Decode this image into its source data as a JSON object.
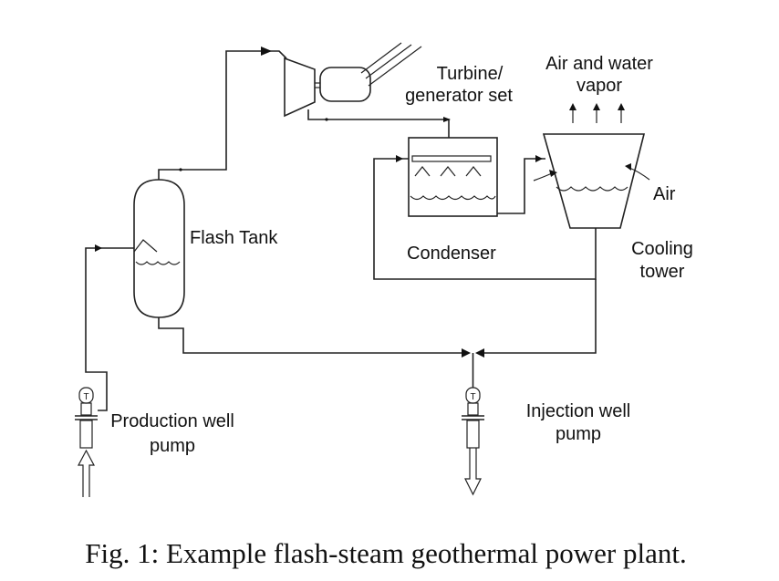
{
  "labels": {
    "turbine_line1": "Turbine/",
    "turbine_line2": "generator set",
    "air_vapor_line1": "Air and water",
    "air_vapor_line2": "vapor",
    "flash_tank": "Flash Tank",
    "condenser": "Condenser",
    "air": "Air",
    "cooling_line1": "Cooling",
    "cooling_line2": "tower",
    "production_line1": "Production well",
    "production_line2": "pump",
    "injection_line1": "Injection well",
    "injection_line2": "pump",
    "pump_symbol": "T"
  },
  "caption": "Fig. 1: Example flash-steam geothermal power plant."
}
